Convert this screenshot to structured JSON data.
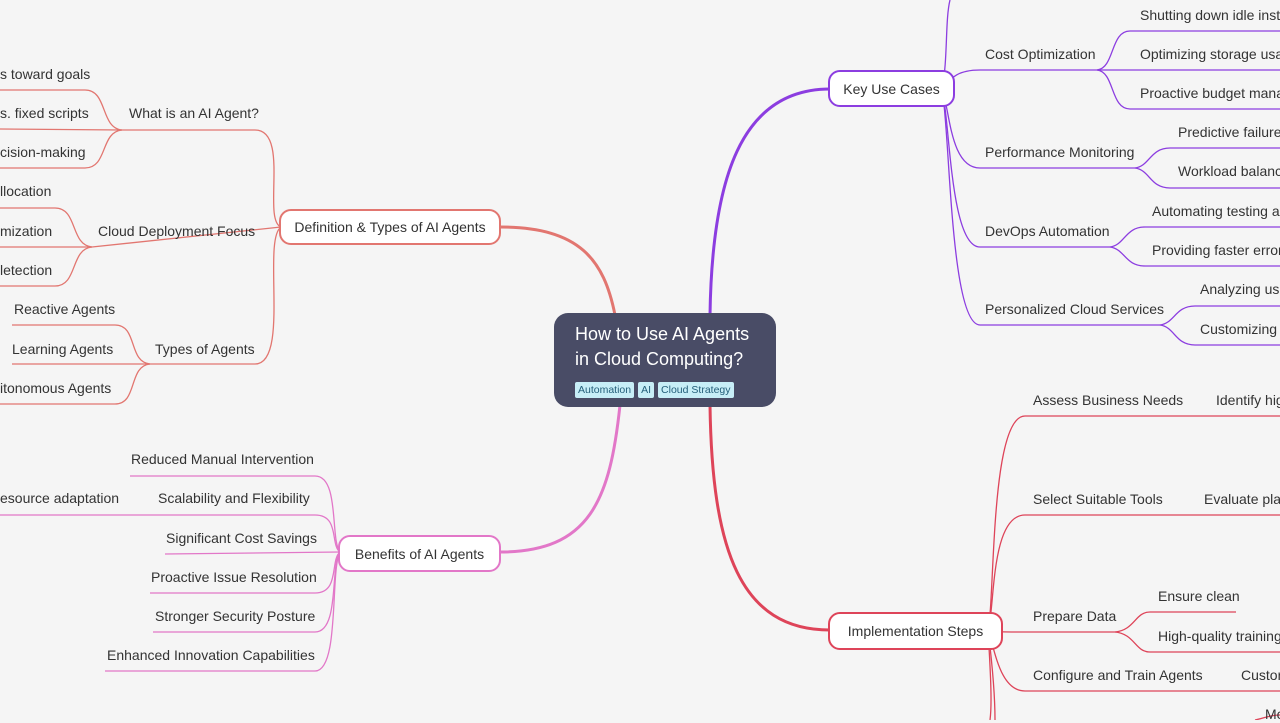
{
  "colors": {
    "background": "#f5f5f5",
    "root": "#494c66",
    "tag_bg": "#c7eef7",
    "definition": "#e27670",
    "benefits": "#e277c8",
    "use_cases": "#8c3de0",
    "implementation": "#de4459"
  },
  "root": {
    "title": "How to Use AI Agents\nin Cloud Computing?",
    "tags": [
      "Automation",
      "AI",
      "Cloud Strategy"
    ]
  },
  "definition": {
    "label": "Definition & Types of AI Agents",
    "groups": [
      {
        "label": "What is an AI Agent?",
        "children": [
          "s toward goals",
          "s. fixed scripts",
          "cision-making"
        ]
      },
      {
        "label": "Cloud Deployment Focus",
        "children": [
          "llocation",
          "mization",
          "letection"
        ]
      },
      {
        "label": "Types of Agents",
        "children": [
          "Reactive Agents",
          "Learning Agents",
          "itonomous Agents"
        ]
      }
    ]
  },
  "benefits": {
    "label": "Benefits of AI Agents",
    "items": [
      "Reduced Manual Intervention",
      "Scalability and Flexibility",
      "Significant Cost Savings",
      "Proactive Issue Resolution",
      "Stronger Security Posture",
      "Enhanced Innovation Capabilities"
    ],
    "sub_items": [
      "esource adaptation"
    ]
  },
  "use_cases": {
    "label": "Key Use Cases",
    "groups": [
      {
        "label": "Cost Optimization",
        "children": [
          "Shutting down idle insta",
          "Optimizing storage usag",
          "Proactive budget manag"
        ]
      },
      {
        "label": "Performance Monitoring",
        "children": [
          "Predictive failure",
          "Workload balanci"
        ]
      },
      {
        "label": "DevOps Automation",
        "children": [
          "Automating testing ar",
          "Providing faster error"
        ]
      },
      {
        "label": "Personalized Cloud Services",
        "children": [
          "Analyzing use",
          "Customizing a"
        ]
      }
    ]
  },
  "implementation": {
    "label": "Implementation Steps",
    "groups": [
      {
        "label": "Assess Business Needs",
        "children": [
          "Identify hig"
        ]
      },
      {
        "label": "Select Suitable Tools",
        "children": [
          "Evaluate plat"
        ]
      },
      {
        "label": "Prepare Data",
        "children": [
          "Ensure clean",
          "High-quality training"
        ]
      },
      {
        "label": "Configure and Train Agents",
        "children": [
          "Custor"
        ]
      }
    ],
    "partial": "Mc"
  }
}
